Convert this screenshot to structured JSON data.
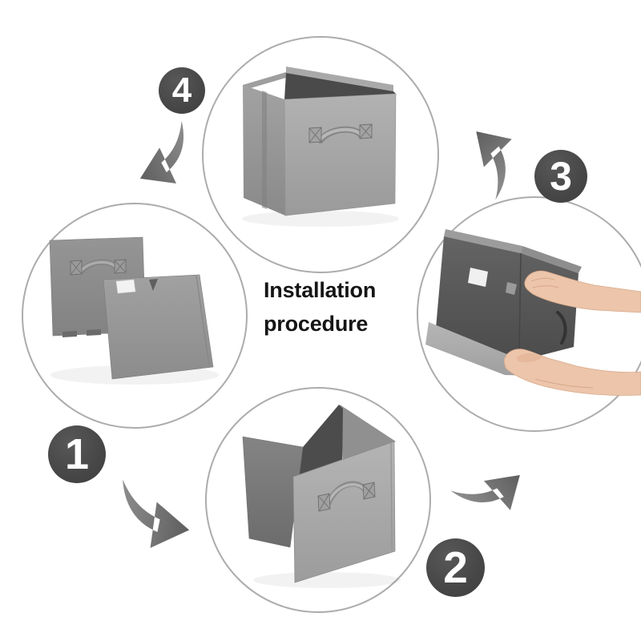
{
  "diagram": {
    "title_line1": "Installation",
    "title_line2": "procedure"
  },
  "steps": [
    {
      "label": "1",
      "photo_subject": "two-flat-folded-panels"
    },
    {
      "label": "2",
      "photo_subject": "half-unfolded-box"
    },
    {
      "label": "3",
      "photo_subject": "hands-inserting-base-panel"
    },
    {
      "label": "4",
      "photo_subject": "assembled-storage-cube"
    }
  ],
  "icons": {
    "arrow_after_step1": "curved-arrow-right-icon",
    "arrow_after_step2": "curved-arrow-up-right-icon",
    "arrow_after_step3": "curved-arrow-up-left-icon",
    "arrow_after_step4": "curved-arrow-down-left-icon"
  },
  "colors": {
    "background": "#ffffff",
    "badge_fill": "#4a4a4a",
    "badge_text": "#ffffff",
    "arrow": "#6e6e6e",
    "circle_border": "#acacac",
    "fabric_light": "#aaaaaa",
    "fabric_mid": "#8f8f8f",
    "fabric_dark": "#4d4d4d",
    "skin": "#ecc5aa",
    "title_text": "#151515"
  }
}
